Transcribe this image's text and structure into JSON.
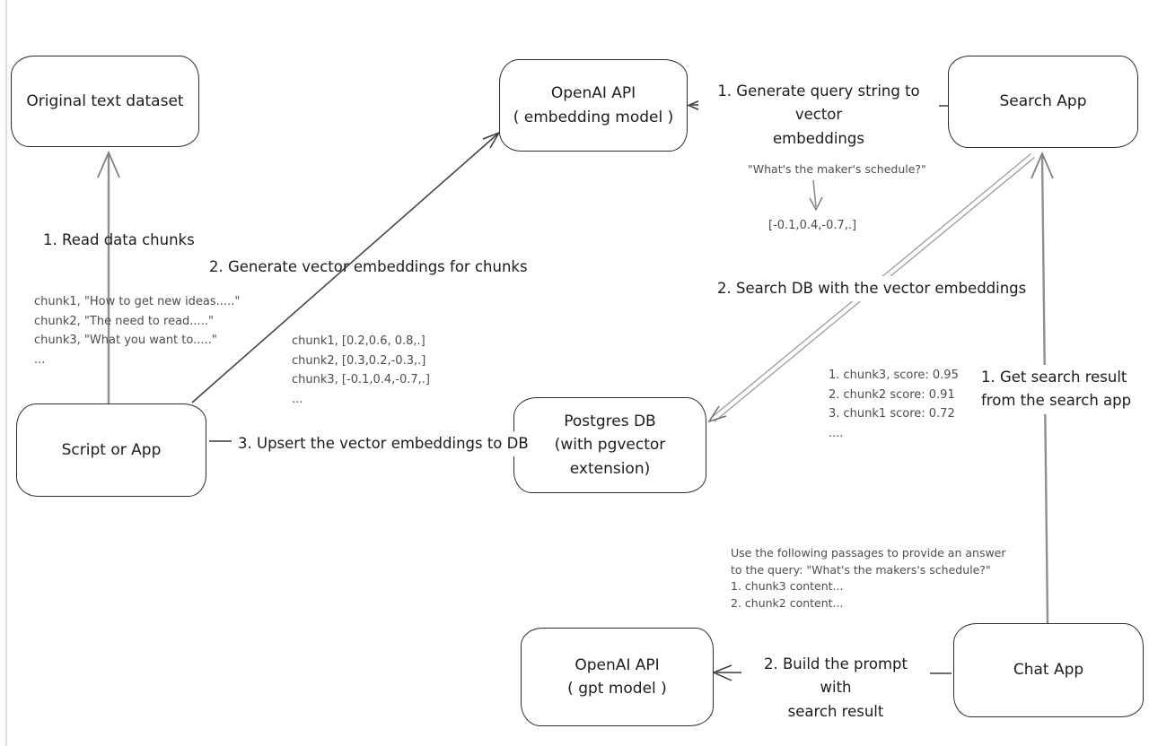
{
  "nodes": {
    "original_dataset": {
      "label": "Original text dataset"
    },
    "openai_embedding": {
      "label": "OpenAI API\n( embedding model )"
    },
    "search_app": {
      "label": "Search App"
    },
    "script_app": {
      "label": "Script or App"
    },
    "postgres": {
      "label": "Postgres DB\n(with pgvector extension)"
    },
    "openai_gpt": {
      "label": "OpenAI API\n( gpt model )"
    },
    "chat_app": {
      "label": "Chat App"
    }
  },
  "edge_labels": {
    "read_chunks": "1. Read data chunks",
    "generate_embeddings": "2. Generate vector embeddings for chunks",
    "upsert": "3. Upsert the vector embeddings to DB",
    "generate_query": "1. Generate query string to vector\nembeddings",
    "search_db": "2. Search DB with the vector embeddings",
    "get_result": "1. Get search result\nfrom the search app",
    "build_prompt": "2. Build the prompt with\nsearch result"
  },
  "annotations": {
    "chunk_texts": [
      "chunk1, \"How to get new ideas.....\"",
      "chunk2, \"The need to read.....\"",
      "chunk3, \"What you want to.....\"",
      "..."
    ],
    "chunk_vectors": [
      "chunk1, [0.2,0.6, 0.8,.]",
      "chunk2, [0.3,0.2,-0.3,.]",
      "chunk3, [-0.1,0.4,-0.7,.]",
      "..."
    ],
    "query_text": "\"What's the maker's schedule?\"",
    "query_vector": "[-0.1,0.4,-0.7,.]",
    "search_scores": [
      "1. chunk3, score: 0.95",
      "2. chunk2 score: 0.91",
      "3. chunk1 score: 0.72",
      "...."
    ],
    "prompt_preview": [
      "Use the following passages to provide an answer",
      "to the query: \"What's the makers's schedule?\"",
      "1. chunk3 content...",
      "2. chunk2 content..."
    ]
  },
  "colors": {
    "stroke_dark": "#3c3c3c",
    "stroke_gray": "#8f8f8f",
    "text": "#1d1d1d",
    "text_muted": "#4d4d4d"
  }
}
